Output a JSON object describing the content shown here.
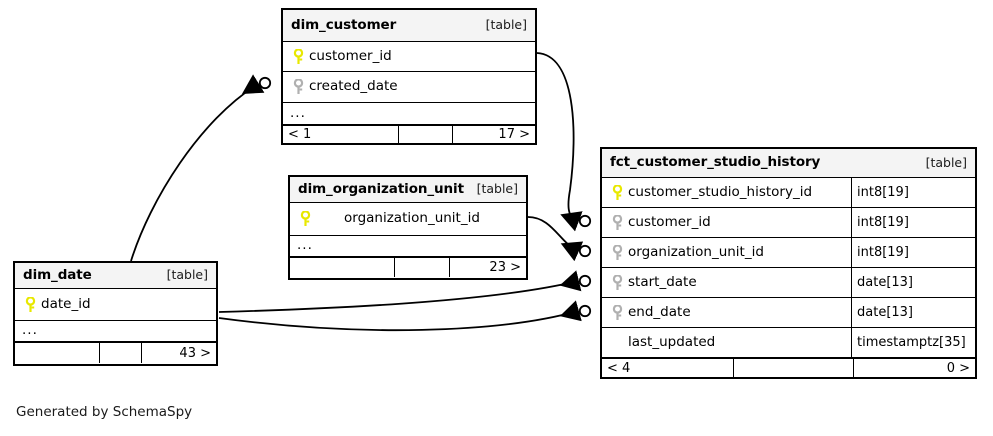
{
  "diagram": {
    "credit": "Generated by SchemaSpy",
    "table_tag": "[table]",
    "ellipsis": "...",
    "colors": {
      "primary_key": "#e8e800",
      "foreign_key": "#b0b0b0",
      "border": "#000000",
      "header_bg": "#f4f4f4",
      "canvas_bg": "#ffffff"
    }
  },
  "tables": [
    {
      "id": "dim_customer",
      "name": "dim_customer",
      "tag": "[table]",
      "columns": [
        {
          "key": "primary",
          "name": "customer_id",
          "type": ""
        },
        {
          "key": "foreign",
          "name": "created_date",
          "type": ""
        }
      ],
      "has_ellipsis": true,
      "footer": {
        "left": "< 1",
        "middle": "",
        "right": "17 >"
      }
    },
    {
      "id": "dim_organization_unit",
      "name": "dim_organization_unit",
      "tag": "[table]",
      "columns": [
        {
          "key": "primary",
          "name": "organization_unit_id",
          "type": "",
          "indented": true
        }
      ],
      "has_ellipsis": true,
      "footer": {
        "left": "",
        "middle": "",
        "right": "23 >"
      }
    },
    {
      "id": "dim_date",
      "name": "dim_date",
      "tag": "[table]",
      "columns": [
        {
          "key": "primary",
          "name": "date_id",
          "type": ""
        }
      ],
      "has_ellipsis": true,
      "footer": {
        "left": "",
        "middle": "",
        "right": "43 >"
      }
    },
    {
      "id": "fct_customer_studio_history",
      "name": "fct_customer_studio_history",
      "tag": "[table]",
      "columns": [
        {
          "key": "primary",
          "name": "customer_studio_history_id",
          "type": "int8[19]"
        },
        {
          "key": "foreign",
          "name": "customer_id",
          "type": "int8[19]"
        },
        {
          "key": "foreign",
          "name": "organization_unit_id",
          "type": "int8[19]"
        },
        {
          "key": "foreign",
          "name": "start_date",
          "type": "date[13]"
        },
        {
          "key": "foreign",
          "name": "end_date",
          "type": "date[13]"
        },
        {
          "key": "none",
          "name": "last_updated",
          "type": "timestamptz[35]"
        }
      ],
      "has_ellipsis": false,
      "footer": {
        "left": "< 4",
        "middle": "",
        "right": "0 >"
      }
    }
  ],
  "relationships": [
    {
      "id": "rel-date-to-customer",
      "from_table": "dim_date",
      "from_column": "date_id",
      "to_table": "dim_customer",
      "to_column": "created_date"
    },
    {
      "id": "rel-customer-to-fct",
      "from_table": "dim_customer",
      "from_column": "customer_id",
      "to_table": "fct_customer_studio_history",
      "to_column": "customer_id"
    },
    {
      "id": "rel-orgunit-to-fct",
      "from_table": "dim_organization_unit",
      "from_column": "organization_unit_id",
      "to_table": "fct_customer_studio_history",
      "to_column": "organization_unit_id"
    },
    {
      "id": "rel-date-to-fct-start",
      "from_table": "dim_date",
      "from_column": "date_id",
      "to_table": "fct_customer_studio_history",
      "to_column": "start_date"
    },
    {
      "id": "rel-date-to-fct-end",
      "from_table": "dim_date",
      "from_column": "date_id",
      "to_table": "fct_customer_studio_history",
      "to_column": "end_date"
    }
  ]
}
